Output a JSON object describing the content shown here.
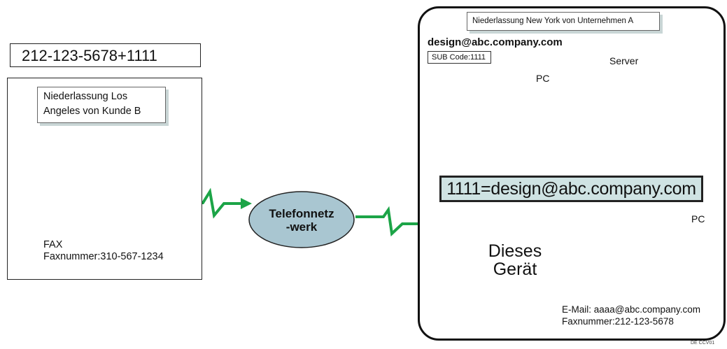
{
  "sender": {
    "dial_string": "212-123-5678+1111",
    "location_label": "Niederlassung Los Angeles von Kunde B",
    "device_type": "FAX",
    "fax_number": "Faxnummer:310-567-1234"
  },
  "network": {
    "label": "Telefonnetz-werk"
  },
  "receiver": {
    "office_label": "Niederlassung New York von Unternehmen A",
    "destination_email": "design@abc.company.com",
    "sub_code": "SUB Code:1111",
    "pc_label": "PC",
    "server_label": "Server",
    "pc2_label": "PC",
    "mapping_entry": "1111=design@abc.company.com",
    "device_label": "Dieses Gerät",
    "email": "E-Mail:  aaaa@abc.company.com",
    "fax_number": "Faxnummer:212-123-5678"
  },
  "figure_code": "DE CCV01",
  "colors": {
    "arrow_green": "#1ca447",
    "network_fill": "#a9c6d1",
    "label_shadow": "#c9d6d6",
    "mapping_fill": "#cfe3e3",
    "device_beige": "#e9d9b0"
  }
}
